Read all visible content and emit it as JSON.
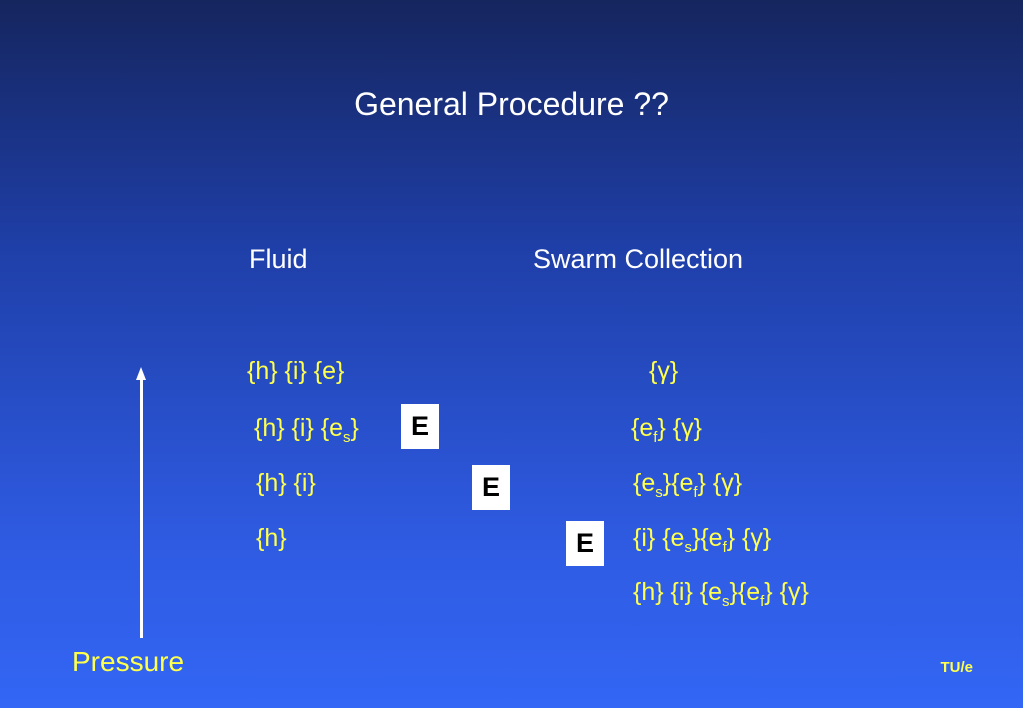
{
  "slide": {
    "title": "General Procedure ??",
    "headers": {
      "fluid": "Fluid",
      "swarm": "Swarm Collection"
    },
    "fluid_rows": [
      [
        "{h} {i} {e}"
      ],
      [
        "{h} {i} {e",
        "s",
        "}"
      ],
      [
        "{h} {i}"
      ],
      [
        "{h}"
      ]
    ],
    "swarm_rows": [
      [
        "{γ}"
      ],
      [
        "{e",
        "f",
        "} {γ}"
      ],
      [
        "{e",
        "s",
        "}{e",
        "f",
        "} {γ}"
      ],
      [
        "{i} {e",
        "s",
        "}{e",
        "f",
        "} {γ}"
      ],
      [
        "{h} {i} {e",
        "s",
        "}{e",
        "f",
        "} {γ}"
      ]
    ],
    "e_label": "E",
    "axis_label": "Pressure",
    "logo": "TU/e",
    "colors": {
      "text_yellow": "#ffff4d",
      "bg_top": "#15255e",
      "bg_bottom": "#3366f5"
    }
  }
}
